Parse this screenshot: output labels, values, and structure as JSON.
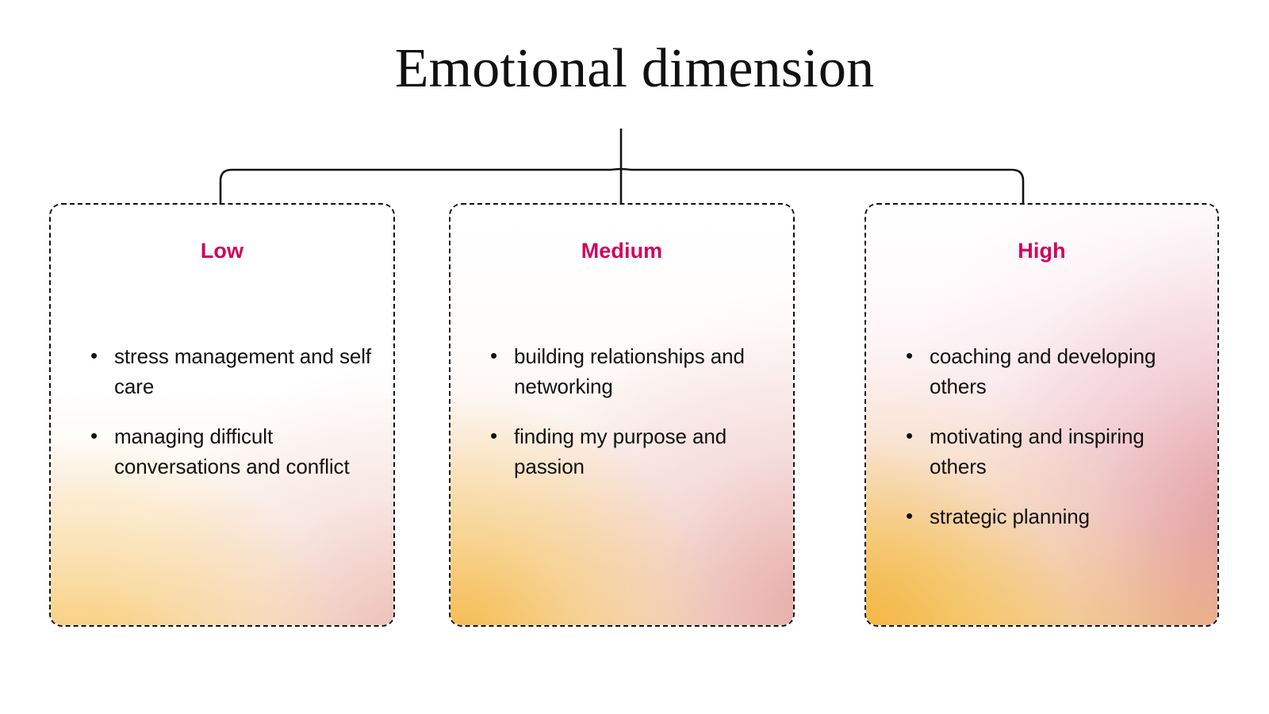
{
  "page": {
    "title": "Emotional dimension",
    "background_color": "#ffffff",
    "accent_color": "#D1005C",
    "text_color": "#111111",
    "border_style": "dashed"
  },
  "diagram": {
    "type": "tree",
    "root_label": "Emotional dimension",
    "branch_count": 3,
    "branches": [
      {
        "id": "low",
        "label": "Low",
        "items": [
          "stress management and self care",
          "managing difficult conversations and conflict"
        ]
      },
      {
        "id": "medium",
        "label": "Medium",
        "items": [
          "building relationships and networking",
          "finding my purpose and passion"
        ]
      },
      {
        "id": "high",
        "label": "High",
        "items": [
          "coaching and developing others",
          "motivating and inspiring others",
          "strategic planning"
        ]
      }
    ]
  },
  "icons": {
    "branch_arrow": "arrow-down-icon",
    "stem": "vertical-connector-line"
  }
}
